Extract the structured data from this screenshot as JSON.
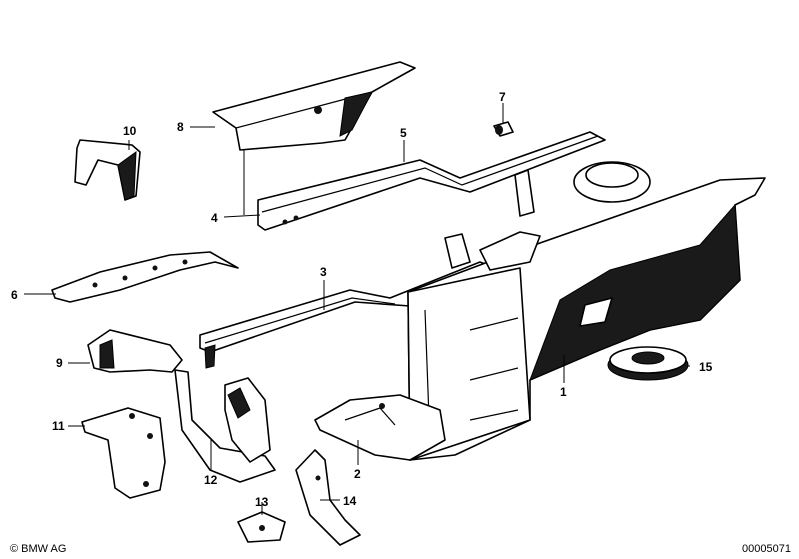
{
  "callouts": [
    "1",
    "2",
    "3",
    "4",
    "5",
    "6",
    "7",
    "8",
    "9",
    "10",
    "11",
    "12",
    "13",
    "14",
    "15"
  ],
  "footer": {
    "copyright": "© BMW AG",
    "image_number": "00005071"
  }
}
